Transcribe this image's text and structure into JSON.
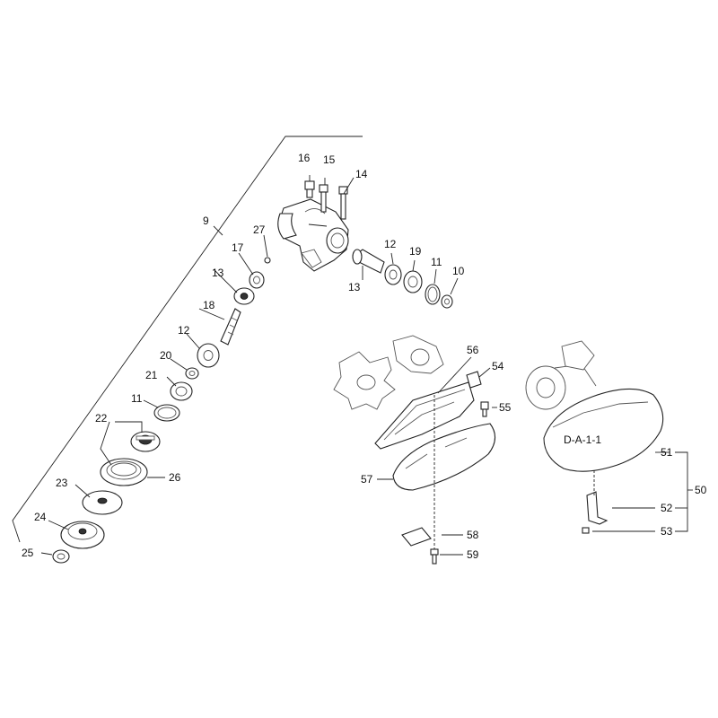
{
  "callouts": {
    "c9": "9",
    "c16": "16",
    "c15": "15",
    "c14": "14",
    "c27": "27",
    "c17": "17",
    "c13a": "13",
    "c13b": "13",
    "c12a": "12",
    "c12b": "12",
    "c19": "19",
    "c11a": "11",
    "c11b": "11",
    "c10": "10",
    "c18": "18",
    "c20": "20",
    "c21": "21",
    "c22": "22",
    "c26": "26",
    "c23": "23",
    "c24": "24",
    "c25": "25",
    "c56": "56",
    "c54": "54",
    "c55": "55",
    "c57": "57",
    "c58": "58",
    "c59": "59",
    "c51": "51",
    "c50": "50",
    "c52": "52",
    "c53": "53"
  },
  "guard_text": "D-A-1-1"
}
